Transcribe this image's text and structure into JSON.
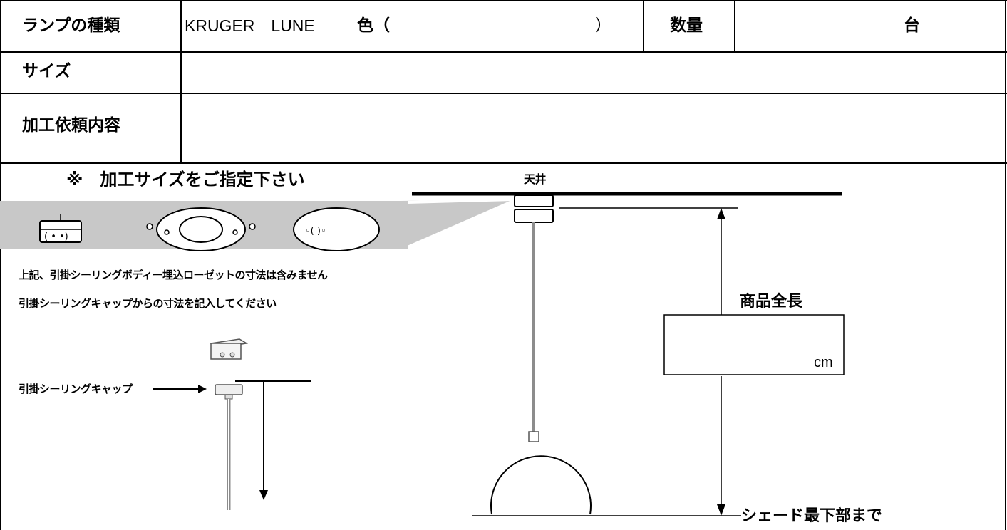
{
  "form": {
    "lamp_type_label": "ランプの種類",
    "product_name": "KRUGER　LUNE",
    "color_label": "色（",
    "color_close": "）",
    "quantity_label": "数量",
    "quantity_unit": "台",
    "size_label": "サイズ",
    "request_label": "加工依頼内容"
  },
  "diagram": {
    "heading": "※　加工サイズをご指定下さい",
    "ceiling_label": "天井",
    "note_line1": "上記、引掛シーリングボディー埋込ローゼットの寸法は含みません",
    "note_line2": "引掛シーリングキャップからの寸法を記入してください",
    "cap_label": "引掛シーリングキャップ",
    "total_length_label": "商品全長",
    "unit_cm": "cm",
    "bottom_label": "シェード最下部まで"
  },
  "colors": {
    "border": "#000000",
    "strip_gray": "#c8c8c8",
    "cord_gray": "#8c8c8c"
  }
}
